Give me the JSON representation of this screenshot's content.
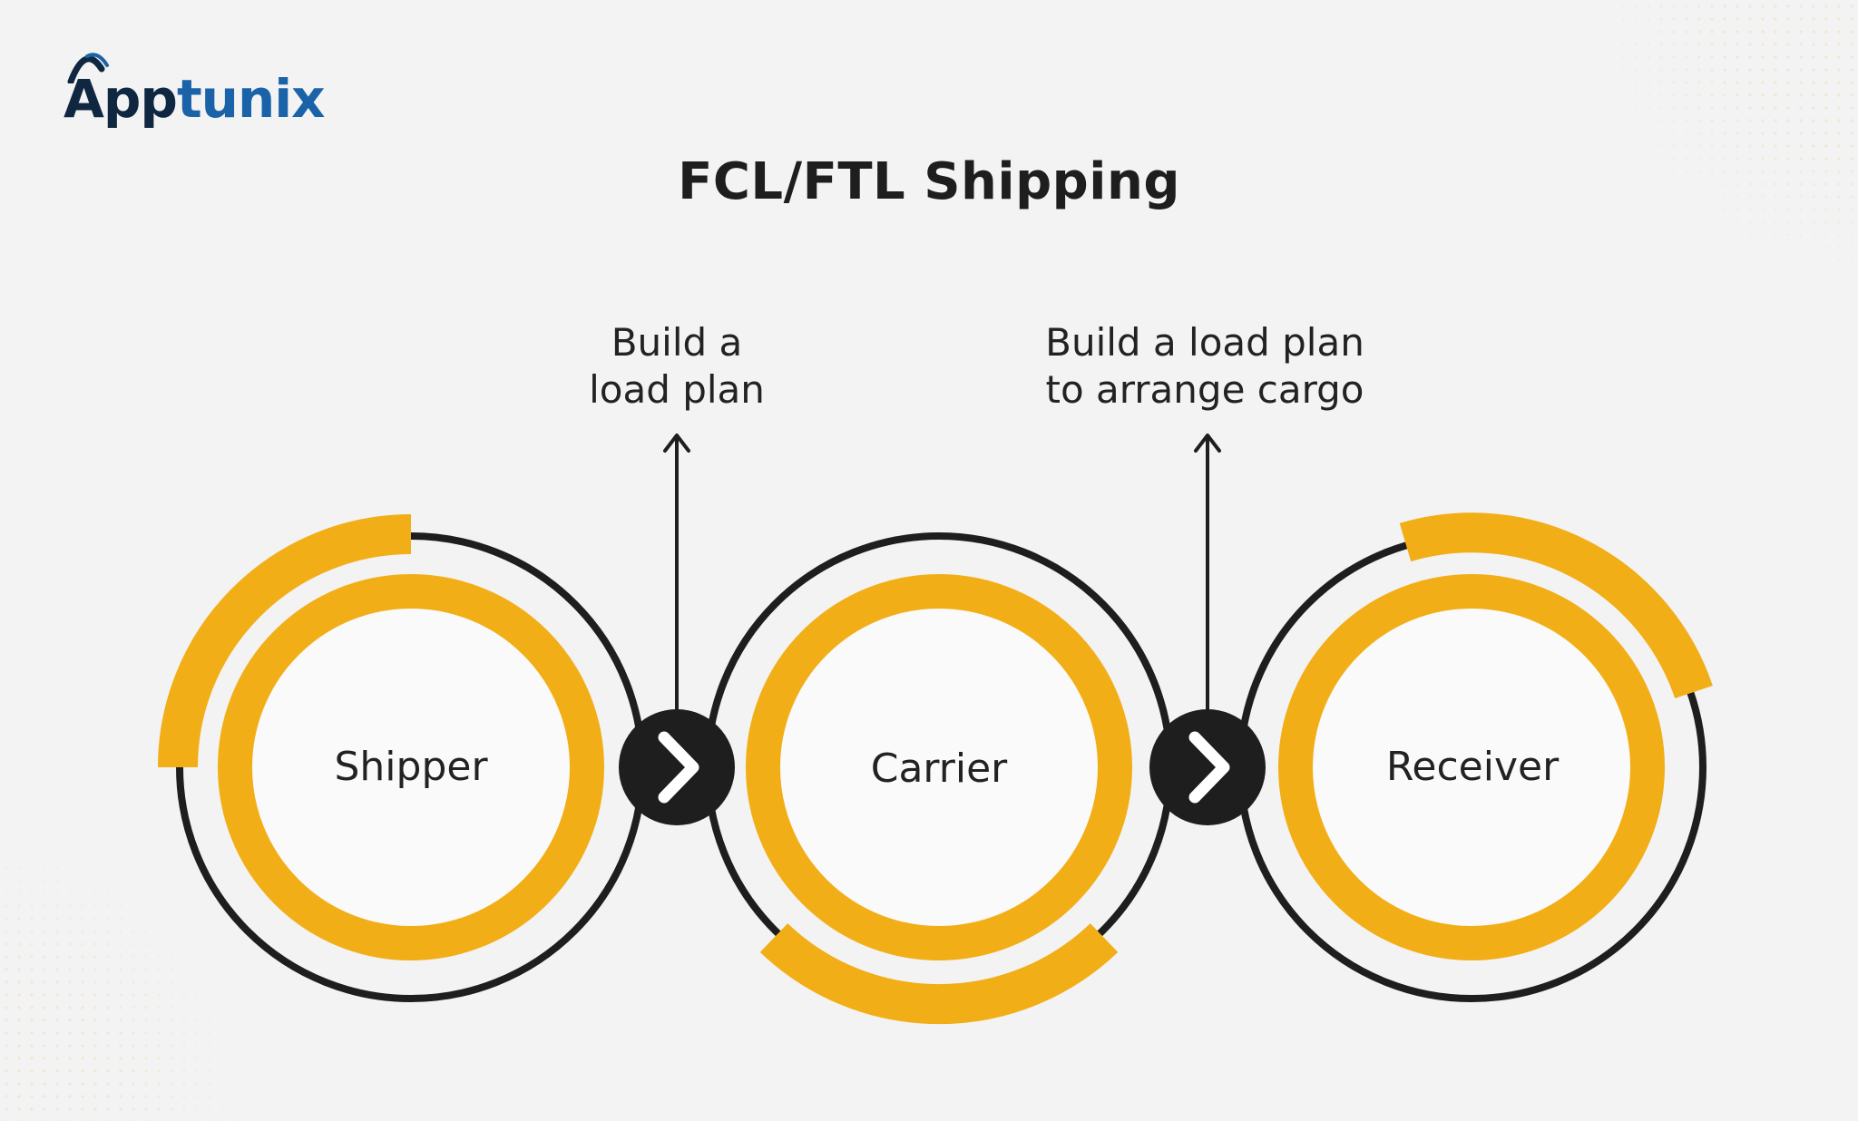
{
  "logo": {
    "text_part1": "App",
    "text_part2": "tunix"
  },
  "title": "FCL/FTL Shipping",
  "annotations": [
    {
      "line1": "Build a",
      "line2": "load plan"
    },
    {
      "line1": "Build a load plan",
      "line2": "to arrange cargo"
    }
  ],
  "nodes": [
    {
      "label": "Shipper"
    },
    {
      "label": "Carrier"
    },
    {
      "label": "Receiver"
    }
  ],
  "connectors": [
    {
      "icon": "chevron-right-icon"
    },
    {
      "icon": "chevron-right-icon"
    }
  ],
  "colors": {
    "accent": "#f2ae17",
    "dark": "#1e1e1e",
    "background": "#f3f3f3",
    "logo_dark": "#0f2740",
    "logo_blue": "#1a63a8"
  }
}
